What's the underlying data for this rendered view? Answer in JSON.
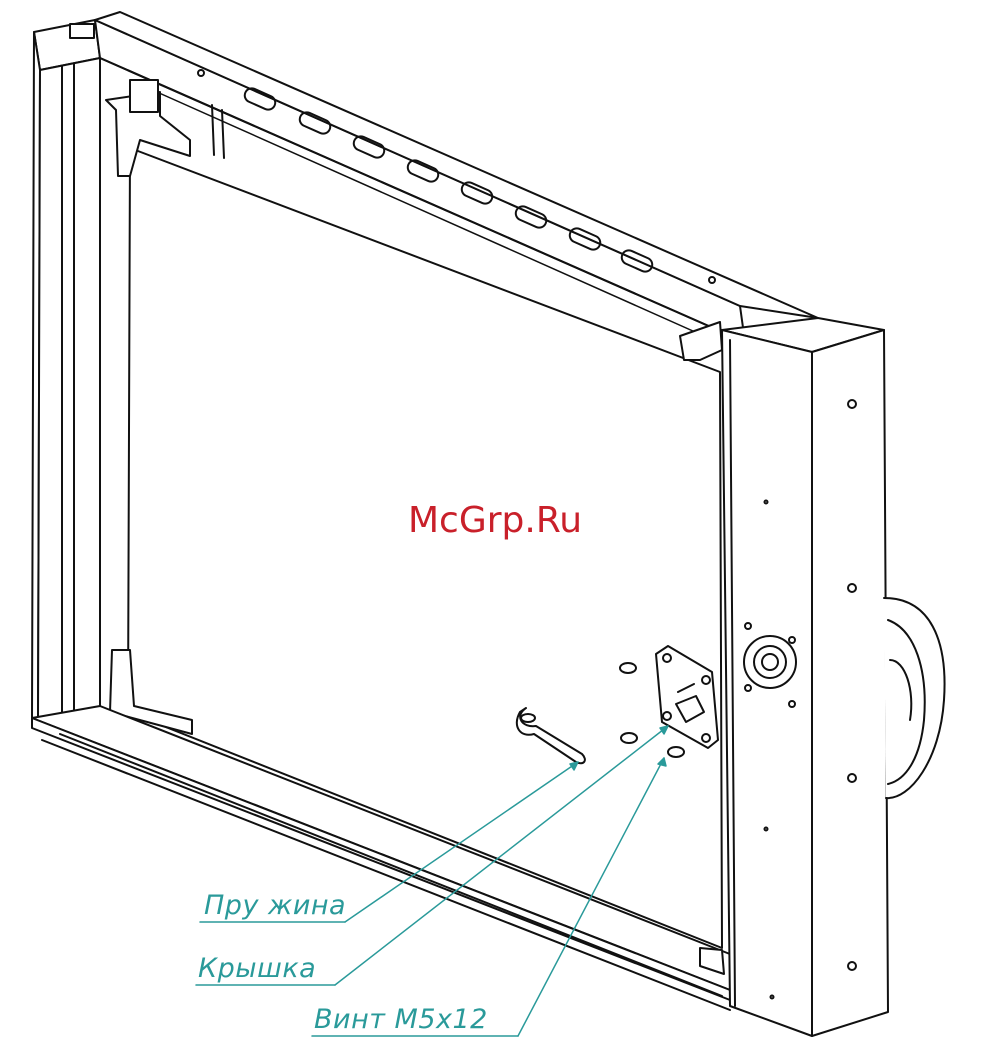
{
  "watermark": {
    "text": "McGrp.Ru",
    "color": "#c9202a"
  },
  "callouts": [
    {
      "id": "spring",
      "label": "Пру жина"
    },
    {
      "id": "cover",
      "label": "Крышка"
    },
    {
      "id": "screw",
      "label": "Винт М5х12"
    }
  ],
  "colors": {
    "line": "#111111",
    "callout": "#2a9a9a"
  }
}
